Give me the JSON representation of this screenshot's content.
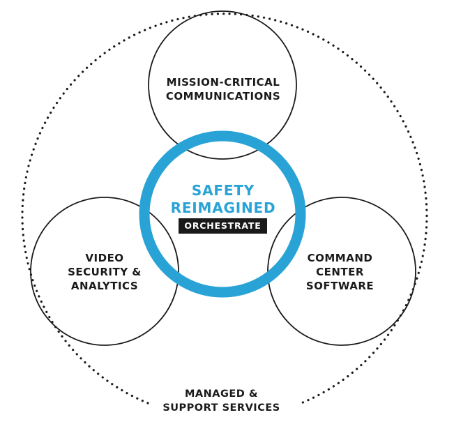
{
  "center": {
    "title": "SAFETY\nREIMAGINED",
    "badge": "ORCHESTRATE"
  },
  "circles": {
    "top": "MISSION-CRITICAL\nCOMMUNICATIONS",
    "left": "VIDEO\nSECURITY &\nANALYTICS",
    "right": "COMMAND\nCENTER\nSOFTWARE"
  },
  "outer": {
    "label": "MANAGED &\nSUPPORT SERVICES"
  },
  "colors": {
    "accent": "#29a3d6",
    "ink": "#1a1a1a",
    "badge_bg": "#1a1a1a",
    "background": "#ffffff"
  }
}
